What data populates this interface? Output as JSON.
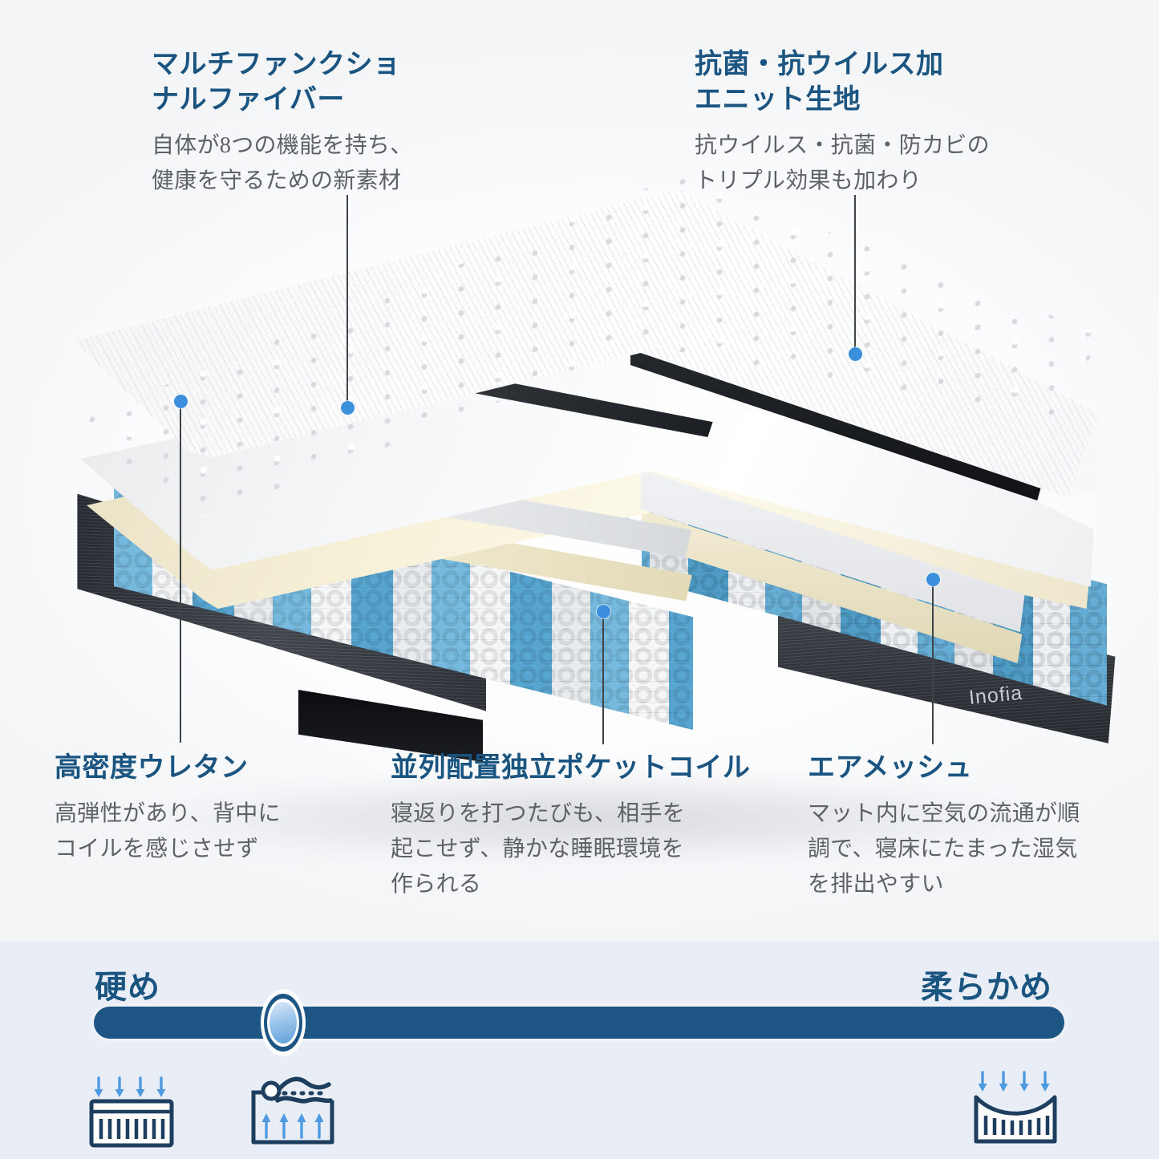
{
  "brand": {
    "logo_text": "Inofia"
  },
  "colors": {
    "heading_blue": "#1a5480",
    "body_gray": "#5d6266",
    "accent_dot": "#3b8fdd",
    "panel_bg": "#e9edf5",
    "track_blue": "#1d5584"
  },
  "features": [
    {
      "id": "multifunctional-fiber",
      "heading": "マルチファンクショ\nナルファイバー",
      "body": "自体が8つの機能を持ち、\n健康を守るための新素材"
    },
    {
      "id": "antibacterial-knit",
      "heading": "抗菌・抗ウイルス加\nエニット生地",
      "body": "抗ウイルス・抗菌・防カビの\nトリプル効果も加わり"
    },
    {
      "id": "high-density-urethane",
      "heading": "高密度ウレタン",
      "body": "高弾性があり、背中に\nコイルを感じさせず"
    },
    {
      "id": "parallel-pocket-coil",
      "heading": "並列配置独立ポケットコイル",
      "body": "寝返りを打つたびも、相手を\n起こせず、静かな睡眠環境を\n作られる"
    },
    {
      "id": "air-mesh",
      "heading": "エアメッシュ",
      "body": "マット内に空気の流通が順\n調で、寝床にたまった湿気\nを排出やすい"
    }
  ],
  "firmness": {
    "left_label": "硬め",
    "right_label": "柔らかめ",
    "slider_value_percent": 19,
    "icons": [
      {
        "name": "firm-mattress-icon",
        "position": "left"
      },
      {
        "name": "body-support-mattress-icon",
        "position": "left-center"
      },
      {
        "name": "soft-mattress-icon",
        "position": "right"
      }
    ]
  }
}
